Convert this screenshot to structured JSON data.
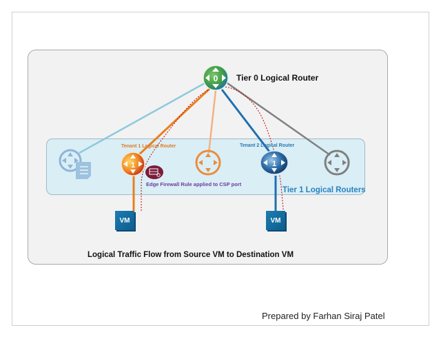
{
  "diagram": {
    "tier0": {
      "label": "Tier 0 Logical Router",
      "icon": "router-icon",
      "badge": "0"
    },
    "tier1_group_label": "Tier 1 Logical Routers",
    "tenant1": {
      "label": "Tenant 1 Logical Router",
      "badge": "1",
      "color": "#e8801e"
    },
    "tenant2": {
      "label": "Tenant 2 Logical Router",
      "badge": "1",
      "color": "#1f6fae"
    },
    "firewall_note": "Edge Firewall Rule applied to CSP port",
    "vm_source": {
      "label": "VM"
    },
    "vm_destination": {
      "label": "VM"
    },
    "caption": "Logical Traffic Flow from Source VM to Destination VM",
    "links": [
      {
        "from": "tier0",
        "to": "edge-services-router",
        "color": "#8ec9dd"
      },
      {
        "from": "tier0",
        "to": "tenant1",
        "color": "#e8801e"
      },
      {
        "from": "tier0",
        "to": "orange-router",
        "color": "#f4b183"
      },
      {
        "from": "tier0",
        "to": "tenant2",
        "color": "#1f6fae"
      },
      {
        "from": "tier0",
        "to": "gray-router",
        "color": "#7f7f7f"
      }
    ],
    "traffic_flow_color": "#c00000"
  },
  "footer": {
    "credit": "Prepared by Farhan Siraj Patel"
  }
}
